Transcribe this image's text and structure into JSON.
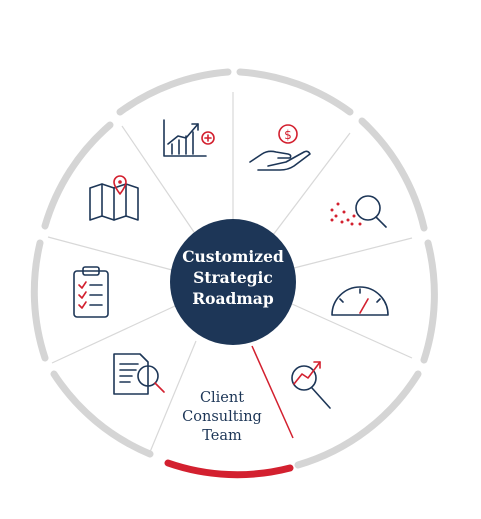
{
  "center": {
    "line1": "Customized",
    "line2": "Strategic",
    "line3": "Roadmap"
  },
  "highlight_segment": {
    "line1": "Client",
    "line2": "Consulting",
    "line3": "Team"
  },
  "colors": {
    "navy": "#1d3657",
    "red": "#d3202f",
    "ring_gray": "#d5d5d5"
  },
  "icons": [
    "growth-chart-icon",
    "hand-money-icon",
    "magnify-analysis-icon",
    "gauge-icon",
    "trend-magnifier-icon",
    "document-search-icon",
    "checklist-clipboard-icon",
    "map-pin-icon"
  ]
}
